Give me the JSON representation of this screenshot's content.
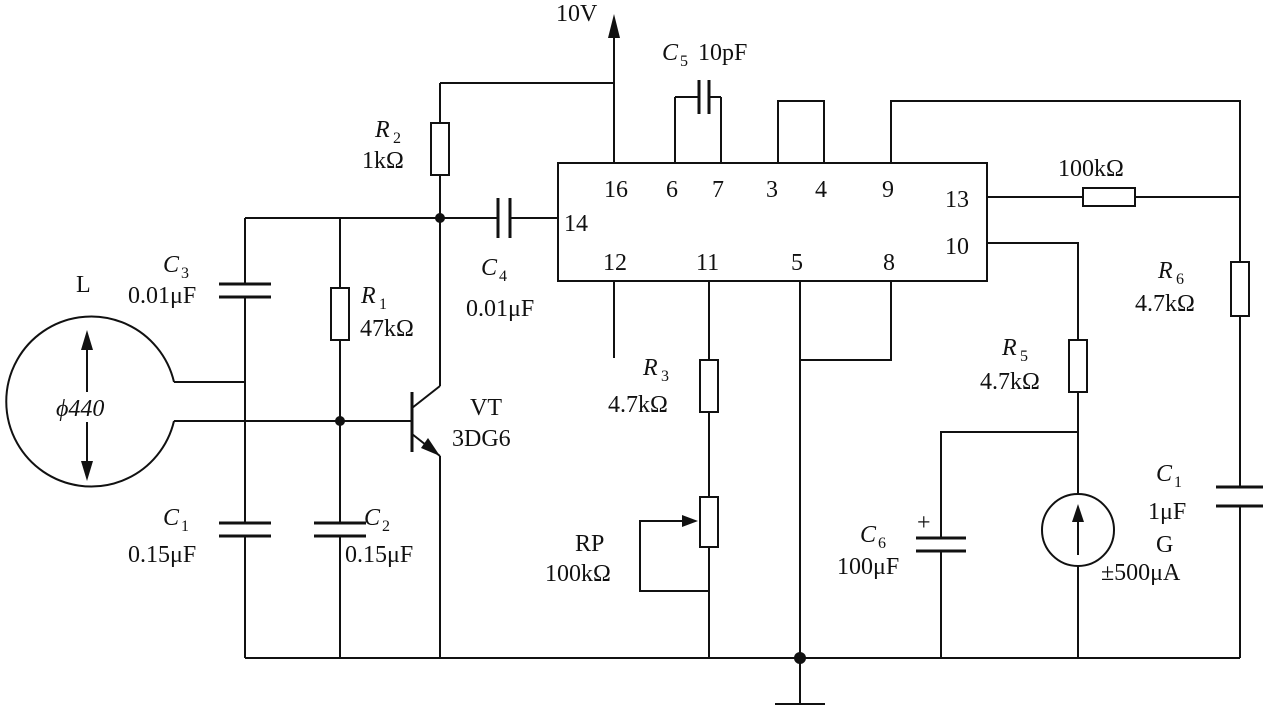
{
  "supply": "10V",
  "ic": {
    "pins": [
      "16",
      "6",
      "7",
      "3",
      "4",
      "9",
      "13",
      "14",
      "10",
      "12",
      "11",
      "5",
      "8"
    ]
  },
  "coil": {
    "name": "L",
    "size": "ϕ440"
  },
  "transistor": {
    "name": "VT",
    "type": "3DG6"
  },
  "meter": {
    "name": "G",
    "range": "±500μA"
  },
  "pot": {
    "name": "RP",
    "value": "100kΩ"
  },
  "components": {
    "R2": {
      "sym": "R",
      "sub": "2",
      "value": "1kΩ"
    },
    "R1": {
      "sym": "R",
      "sub": "1",
      "value": "47kΩ"
    },
    "R3": {
      "sym": "R",
      "sub": "3",
      "value": "4.7kΩ"
    },
    "R5": {
      "sym": "R",
      "sub": "5",
      "value": "4.7kΩ"
    },
    "R6": {
      "sym": "R",
      "sub": "6",
      "value": "4.7kΩ"
    },
    "R13": {
      "value": "100kΩ"
    },
    "C1a": {
      "sym": "C",
      "sub": "1",
      "value": "0.15μF"
    },
    "C2": {
      "sym": "C",
      "sub": "2",
      "value": "0.15μF"
    },
    "C3": {
      "sym": "C",
      "sub": "3",
      "value": "0.01μF"
    },
    "C4": {
      "sym": "C",
      "sub": "4",
      "value": "0.01μF"
    },
    "C5": {
      "sym": "C",
      "sub": "5",
      "value": "10pF"
    },
    "C6": {
      "sym": "C",
      "sub": "6",
      "value": "100μF",
      "polarity": "+"
    },
    "C1b": {
      "sym": "C",
      "sub": "1",
      "value": "1μF"
    }
  }
}
